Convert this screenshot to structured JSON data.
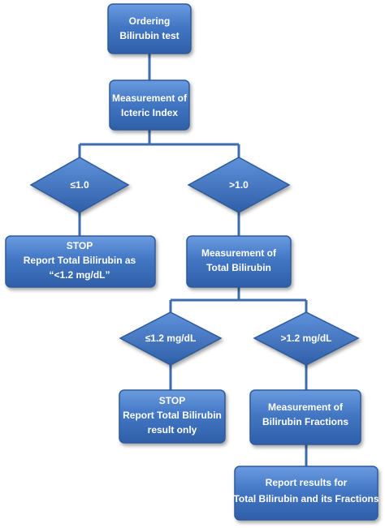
{
  "nodes": {
    "ordering": {
      "line1": "Ordering",
      "line2": "Bilirubin test"
    },
    "icteric": {
      "line1": "Measurement of",
      "line2": "Icteric Index"
    },
    "d_low": {
      "label": "≤1.0"
    },
    "d_high": {
      "label": ">1.0"
    },
    "stop1": {
      "line1": "STOP",
      "line2": "Report Total Bilirubin as",
      "line3": "“<1.2 mg/dL”"
    },
    "total": {
      "line1": "Measurement of",
      "line2": "Total Bilirubin"
    },
    "d_low2": {
      "label": "≤1.2 mg/dL"
    },
    "d_high2": {
      "label": ">1.2 mg/dL"
    },
    "stop2": {
      "line1": "STOP",
      "line2": "Report Total Bilirubin",
      "line3": "result only"
    },
    "fractions": {
      "line1": "Measurement of",
      "line2": "Bilirubin Fractions"
    },
    "report": {
      "line1": "Report results for",
      "line2": "Total Bilirubin and its Fractions"
    }
  },
  "colors": {
    "box_top": "#5b8fd6",
    "box_bottom": "#2f63ad",
    "connector": "#3d6bad"
  }
}
